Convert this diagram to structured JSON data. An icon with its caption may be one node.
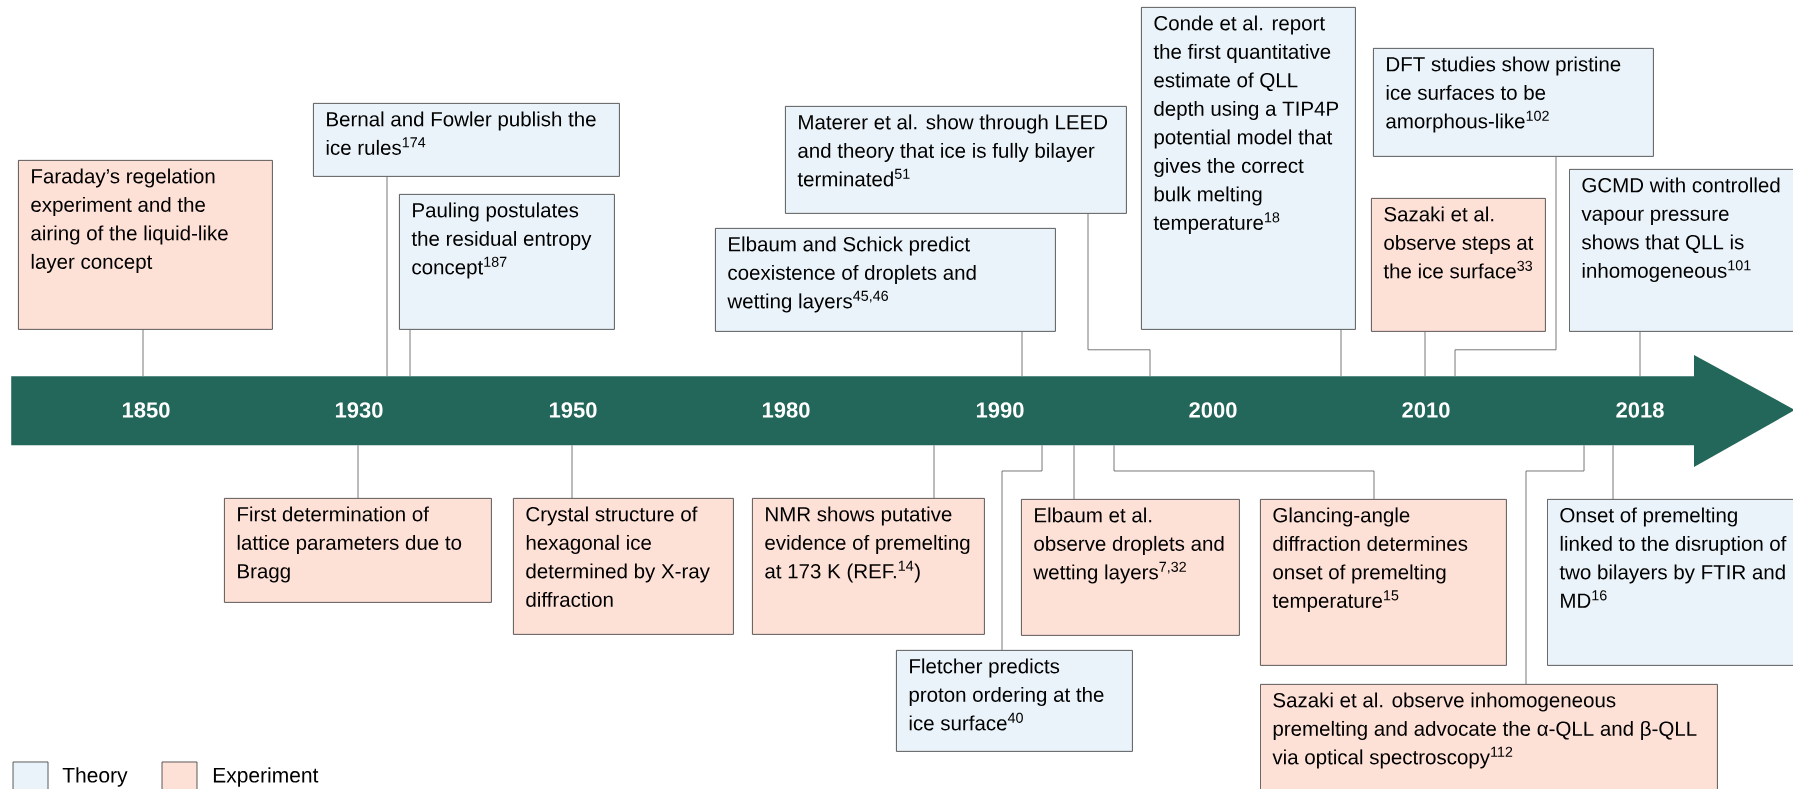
{
  "diagram": {
    "nodes": [
      {
        "text": [
          "Faraday’s regelation experiment and the airing of the liquid-like layer concept"
        ]
      },
      {
        "text": [
          "Bernal and Fowler publish the ice rules$^{174}$"
        ]
      },
      {
        "text": [
          "Pauling postulates the residual entropy concept$^{187}$"
        ]
      },
      {
        "text": [
          "Elbaum and Schick predict coexistence of droplets and wetting layers$^{45,46}$"
        ]
      },
      {
        "text": [
          "Materer et al. show through LEED and theory that ice is fully bilayer terminated$^{51}$"
        ]
      },
      {
        "text": [
          "Conde et al. report the first quantitative estimate of QLL depth using a TIP4P potential model that gives the correct bulk melting temperature$^{18}$"
        ]
      },
      {
        "text": [
          "DFT studies show pristine ice surfaces to be amorphous-like$^{102}$"
        ]
      },
      {
        "text": [
          "Sazaki et al. observe steps at the ice surface$^{33}$"
        ]
      },
      {
        "text": [
          "GCMD with controlled vapour pressure shows that QLL is inhomogeneous$^{101}$"
        ]
      },
      {
        "text": [
          "1850",
          "1930",
          "1950",
          "1980",
          "1990",
          "2000",
          "2010",
          "2018"
        ]
      },
      {
        "text": [
          "First determination of lattice parameters due to Bragg"
        ]
      },
      {
        "text": [
          "Crystal structure of hexagonal ice determined by X-ray diffraction"
        ]
      },
      {
        "text": [
          "NMR shows putative evidence of premelting at 173 K (REF.$^{14}$)"
        ]
      },
      {
        "text": [
          "Fletcher predicts proton ordering at the ice surface$^{40}$"
        ]
      },
      {
        "text": [
          "Elbaum et al. observe droplets and wetting layers$^{7,32}$"
        ]
      },
      {
        "text": [
          "Glancing-angle diffraction determines onset of premelting temperature$^{15}$"
        ]
      },
      {
        "text": [
          "Sazaki et al. observe inhomogeneous premelting and advocate the α-QLL and β-QLL via optical spectroscopy$^{112}$"
        ]
      },
      {
        "text": [
          "Onset of premelting linked to the disruption of two bilayers by FTIR and MD$^{16}$"
        ]
      }
    ],
    "edges": [
      {
        "from": 0,
        "to": 9,
        "arrow": "none"
      },
      {
        "from": 1,
        "to": 9,
        "arrow": "none"
      },
      {
        "from": 2,
        "to": 9,
        "arrow": "none"
      },
      {
        "from": 3,
        "to": 9,
        "arrow": "none"
      },
      {
        "from": 4,
        "to": 9,
        "arrow": "none"
      },
      {
        "from": 5,
        "to": 9,
        "arrow": "none"
      },
      {
        "from": 6,
        "to": 9,
        "arrow": "none"
      },
      {
        "from": 7,
        "to": 9,
        "arrow": "none"
      },
      {
        "from": 8,
        "to": 9,
        "arrow": "none"
      },
      {
        "from": 10,
        "to": 9,
        "arrow": "none"
      },
      {
        "from": 11,
        "to": 9,
        "arrow": "none"
      },
      {
        "from": 12,
        "to": 9,
        "arrow": "none"
      },
      {
        "from": 13,
        "to": 9,
        "arrow": "none"
      },
      {
        "from": 14,
        "to": 9,
        "arrow": "none"
      },
      {
        "from": 15,
        "to": 9,
        "arrow": "none"
      },
      {
        "from": 16,
        "to": 9,
        "arrow": "none"
      },
      {
        "from": 17,
        "to": 9,
        "arrow": "none"
      }
    ],
    "legend": [
      {
        "text": "Theory",
        "color": "#eaf3f9"
      },
      {
        "text": "Experiment",
        "color": "#fde0d6"
      }
    ]
  }
}
